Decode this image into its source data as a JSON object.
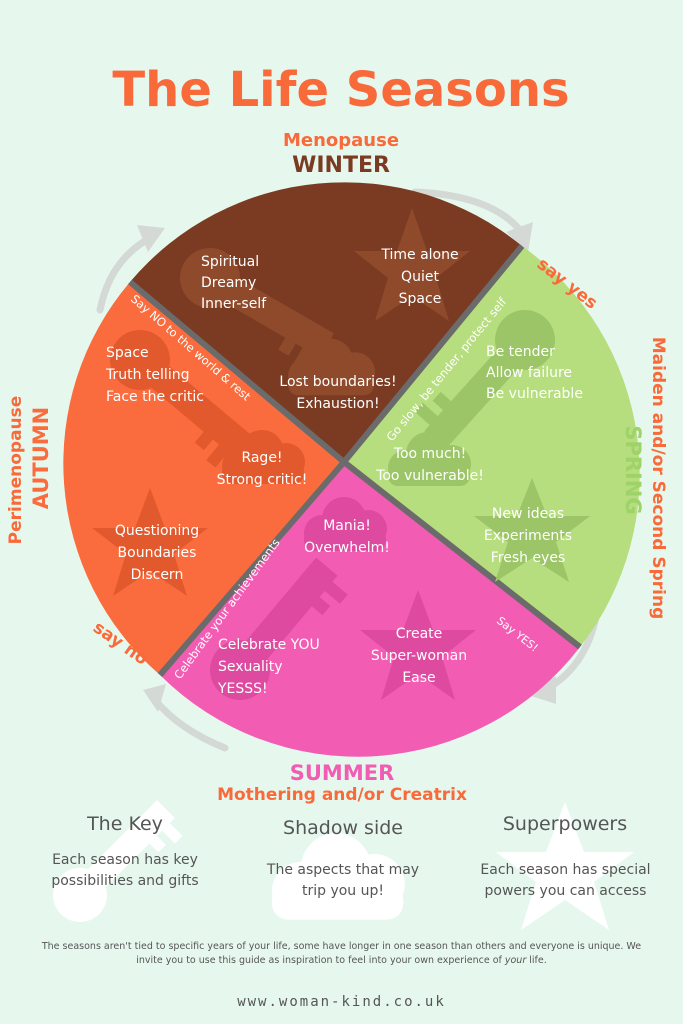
{
  "title": "The Life Seasons",
  "colors": {
    "background": "#e6f8ee",
    "title": "#f96a3a",
    "winter": "#7a3b22",
    "spring": "#b6dd7e",
    "summer": "#f25cb3",
    "autumn": "#fa6c3d",
    "divider": "#6b6b6b",
    "arrow": "#d4d9d6"
  },
  "winter": {
    "label_top": "Menopause",
    "label_main": "WINTER",
    "key_lines": [
      "Spiritual",
      "Dreamy",
      "Inner-self"
    ],
    "star_lines": [
      "Time alone",
      "Quiet",
      "Space"
    ],
    "shadow_lines": [
      "Lost boundaries!",
      "Exhaustion!"
    ]
  },
  "spring": {
    "label_main": "SPRING",
    "label_side": "Maiden and/or Second Spring",
    "say": "say yes",
    "curved": "Go slow, be tender, protect self",
    "key_lines": [
      "Be tender",
      "Allow failure",
      "Be vulnerable"
    ],
    "shadow_lines": [
      "Too much!",
      "Too vulnerable!"
    ],
    "star_lines": [
      "New ideas",
      "Experiments",
      "Fresh eyes"
    ]
  },
  "summer": {
    "label_main": "SUMMER",
    "label_sub": "Mothering and/or Creatrix",
    "say": "Say YES!",
    "curved": "Celebrate your achievements",
    "shadow_lines": [
      "Mania!",
      "Overwhelm!"
    ],
    "key_lines": [
      "Celebrate YOU",
      "Sexuality",
      "YESSS!"
    ],
    "star_lines": [
      "Create",
      "Super-woman",
      "Ease"
    ]
  },
  "autumn": {
    "label_main": "AUTUMN",
    "label_side": "Perimenopause",
    "say": "say no",
    "curved": "Say NO to the world & rest",
    "key_lines": [
      "Space",
      "Truth telling",
      "Face the critic"
    ],
    "shadow_lines": [
      "Rage!",
      "Strong critic!"
    ],
    "star_lines": [
      "Questioning",
      "Boundaries",
      "Discern"
    ]
  },
  "legend": {
    "key": {
      "title": "The Key",
      "desc": "Each season has key possibilities and gifts"
    },
    "shadow": {
      "title": "Shadow side",
      "desc": "The aspects that may trip you up!"
    },
    "superpowers": {
      "title": "Superpowers",
      "desc": "Each season has special powers you can access"
    }
  },
  "footer": {
    "note_before": "The seasons aren't tied to specific years of your life, some have longer in one season than others and everyone is unique. We invite you to use this guide as inspiration to feel into your own experience of ",
    "note_em": "your",
    "note_after": " life.",
    "website": "www.woman-kind.co.uk"
  }
}
